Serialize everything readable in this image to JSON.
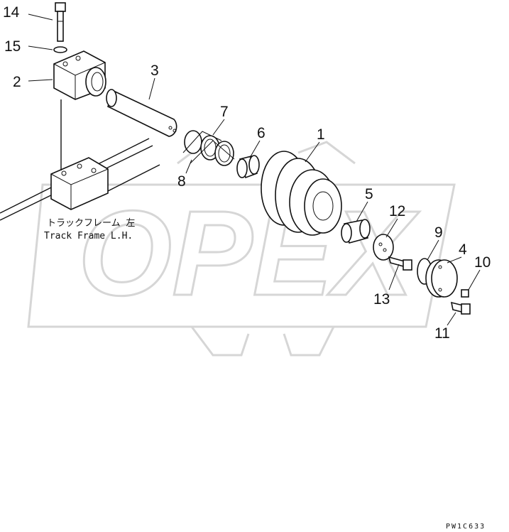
{
  "labels": [
    "14",
    "15",
    "2",
    "3",
    "7",
    "6",
    "1",
    "8",
    "5",
    "12",
    "9",
    "4",
    "10",
    "13",
    "11"
  ],
  "caption_jp": "トラックフレーム 左",
  "caption_en": "Track Frame L.H.",
  "watermark": "OPEX",
  "drawing_code": "PW1C633"
}
